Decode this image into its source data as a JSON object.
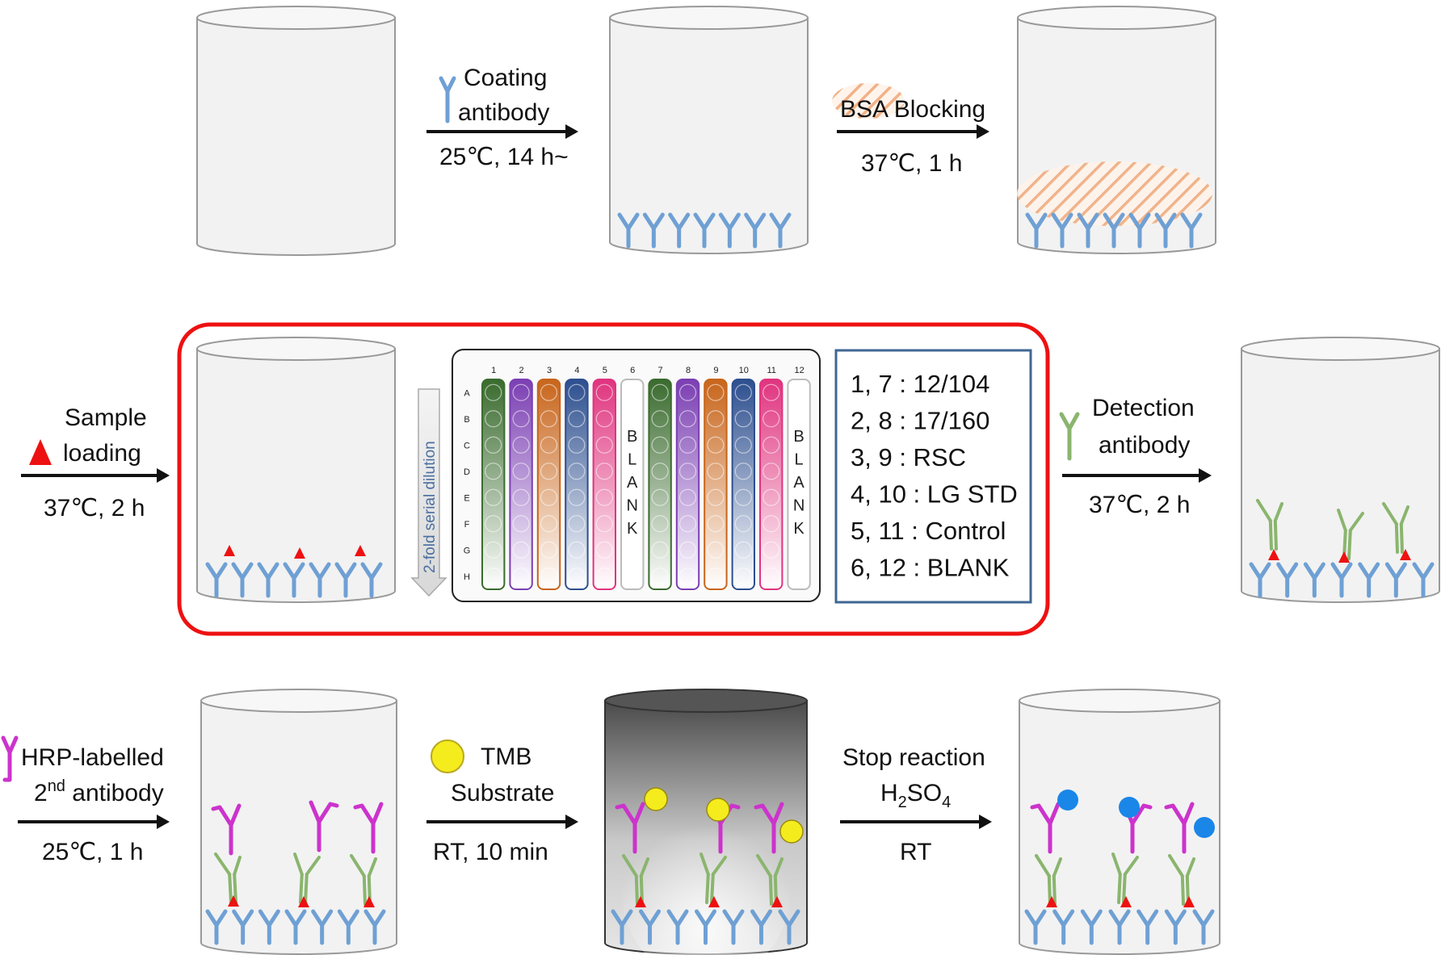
{
  "steps": {
    "coating": {
      "label_1": "Coating",
      "label_2": "antibody",
      "condition": "25℃, 14 h~"
    },
    "blocking": {
      "label": "BSA Blocking",
      "condition": "37℃, 1 h"
    },
    "sample": {
      "label_1": "Sample",
      "label_2": "loading",
      "condition": "37℃, 2 h"
    },
    "detection": {
      "label_1": "Detection",
      "label_2": "antibody",
      "condition": "37℃, 2 h"
    },
    "hrp": {
      "label_1": "HRP-labelled",
      "label_2_pre": "2",
      "label_2_sup": "nd",
      "label_2_post": " antibody",
      "condition": "25℃, 1 h"
    },
    "tmb": {
      "label_1": "TMB",
      "label_2": "Substrate",
      "condition": "RT, 10 min"
    },
    "stop": {
      "label": "Stop reaction",
      "reagent_pre": "H",
      "reagent_sub1": "2",
      "reagent_mid": "SO",
      "reagent_sub2": "4",
      "condition": "RT"
    }
  },
  "plate": {
    "dilution_label": "2-fold serial dilution",
    "rows": [
      "A",
      "B",
      "C",
      "D",
      "E",
      "F",
      "G",
      "H"
    ],
    "columns": [
      "1",
      "2",
      "3",
      "4",
      "5",
      "6",
      "7",
      "8",
      "9",
      "10",
      "11",
      "12"
    ],
    "blank_letters": [
      "B",
      "L",
      "A",
      "N",
      "K"
    ],
    "column_colors": [
      "#3a6b2e",
      "#7b3fb3",
      "#c8651b",
      "#2d4f8f",
      "#e0347f",
      "#bbbbbb",
      "#3a6b2e",
      "#7b3fb3",
      "#c8651b",
      "#2d4f8f",
      "#e0347f",
      "#bbbbbb"
    ]
  },
  "legend": {
    "items": [
      {
        "prefix": "1, 7 : ",
        "value": "12/104"
      },
      {
        "prefix": "2, 8 : ",
        "value": "17/160"
      },
      {
        "prefix": "3, 9 : ",
        "value": "RSC"
      },
      {
        "prefix": "4, 10 : ",
        "value": "LG STD"
      },
      {
        "prefix": "5, 11 : ",
        "value": "Control"
      },
      {
        "prefix": "6, 12 : ",
        "value": "BLANK"
      }
    ]
  },
  "colors": {
    "capture_antibody": "#6fa0d4",
    "detection_antibody": "#8ab56e",
    "hrp_antibody": "#cc33cc",
    "antigen": "#ee1111",
    "tmb": "#f4ec1c",
    "product": "#1a86e8",
    "highlight_box": "#ee1111",
    "legend_box": "#3f6793",
    "bsa": "#f0a878"
  }
}
